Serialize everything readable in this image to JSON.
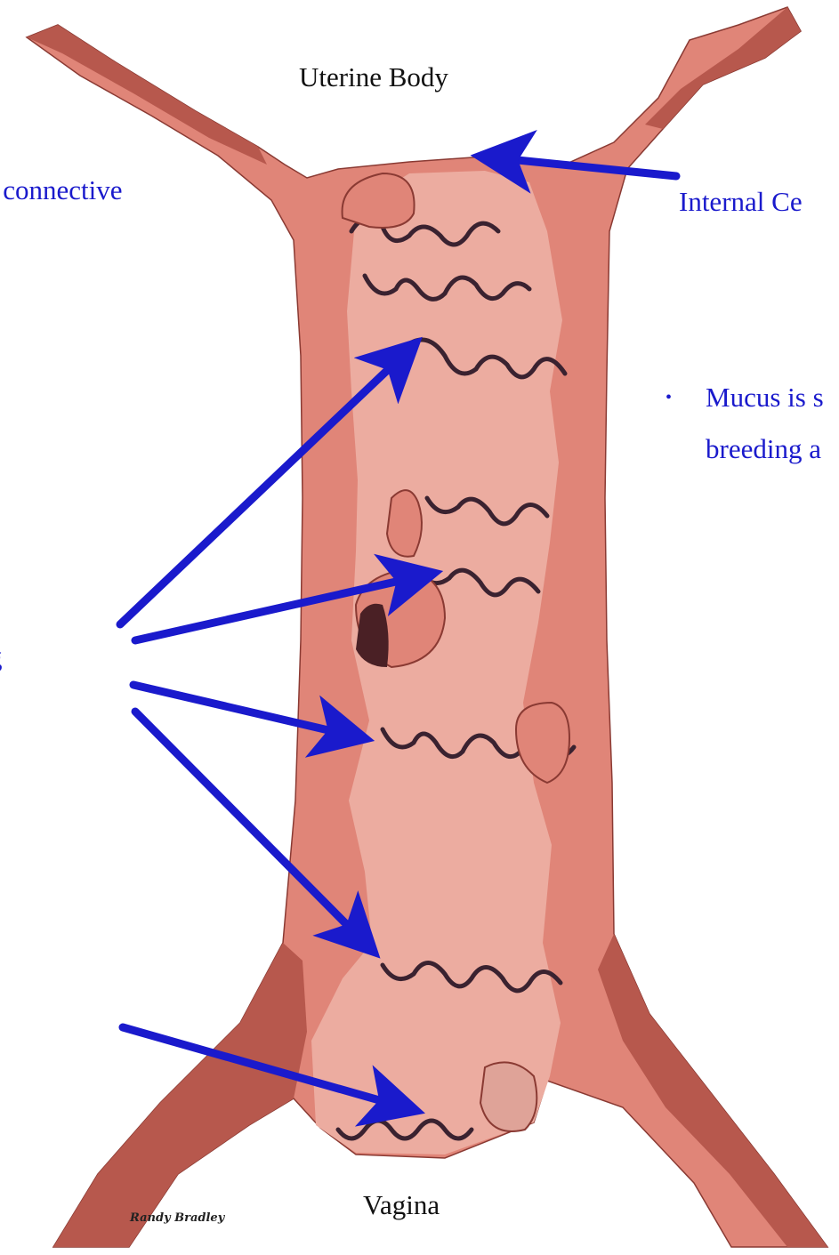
{
  "labels": {
    "uterine_body": "Uterine Body",
    "vagina": "Vagina",
    "connective": "k connective",
    "internal_cervix": "Internal Ce",
    "rings_fragment": "g",
    "bullet_line1": "Mucus is s",
    "bullet_line2": "breeding a"
  },
  "signature": "Randy Bradley",
  "colors": {
    "tissue_outer": "#e08578",
    "tissue_dark": "#b7584d",
    "lumen": "#ecaca0",
    "fold_line": "#3a2230",
    "arrow": "#1a1acc"
  }
}
